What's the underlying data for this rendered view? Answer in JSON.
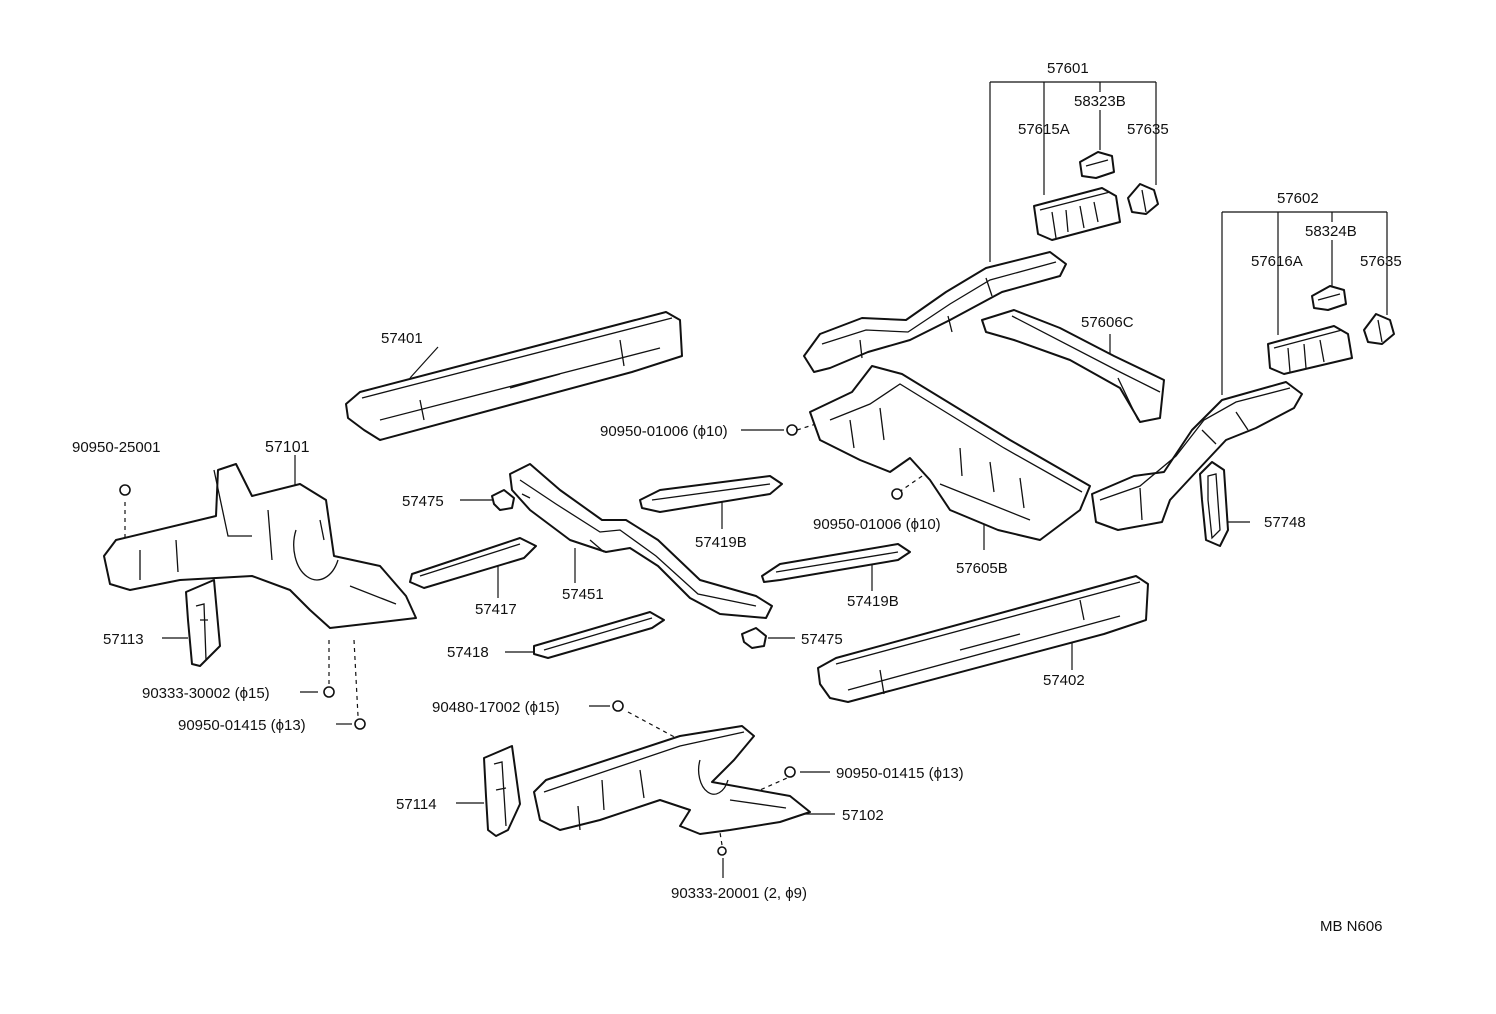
{
  "labels": {
    "p57601": "57601",
    "p58323b": "58323B",
    "p57615a": "57615A",
    "p57635_top": "57635",
    "p57602": "57602",
    "p58324b": "58324B",
    "p57616a": "57616A",
    "p57635_right": "57635",
    "p57606c": "57606C",
    "p57401": "57401",
    "p90950_25001": "90950-25001",
    "p57101": "57101",
    "p57475_left": "57475",
    "p90950_01006_a": "90950-01006 (ϕ10)",
    "p90950_01006_b": "90950-01006 (ϕ10)",
    "p57748": "57748",
    "p57419b_top": "57419B",
    "p57605b": "57605B",
    "p57417": "57417",
    "p57451": "57451",
    "p57419b_mid": "57419B",
    "p57113": "57113",
    "p57418": "57418",
    "p57475_mid": "57475",
    "p90333_30002": "90333-30002 (ϕ15)",
    "p57402": "57402",
    "p90950_01415_left": "90950-01415 (ϕ13)",
    "p90480_17002": "90480-17002 (ϕ15)",
    "p90950_01415_right": "90950-01415 (ϕ13)",
    "p57114": "57114",
    "p57102": "57102",
    "p90333_20001": "90333-20001 (2, ϕ9)",
    "ref_code": "MB N606"
  }
}
